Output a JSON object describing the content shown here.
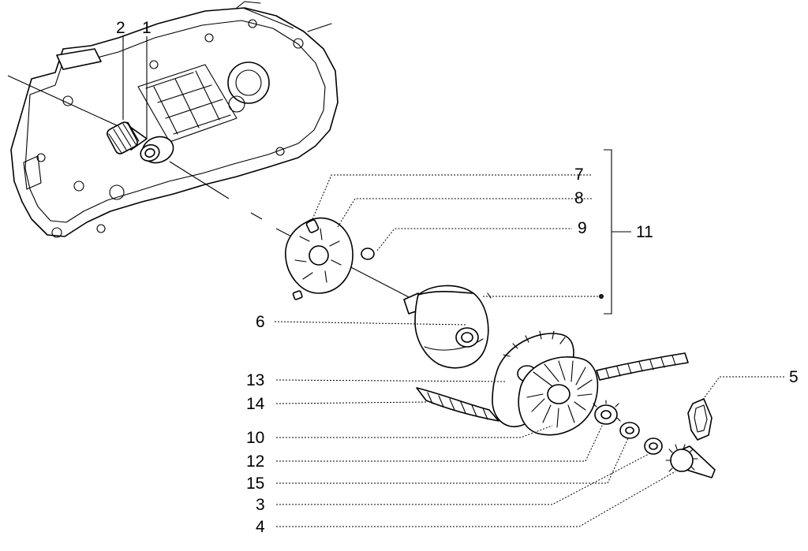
{
  "diagram": {
    "labels": {
      "p1": "1",
      "p2": "2",
      "p3": "3",
      "p4": "4",
      "p5": "5",
      "p6": "6",
      "p7": "7",
      "p8": "8",
      "p9": "9",
      "p10": "10",
      "p11": "11",
      "p12": "12",
      "p13": "13",
      "p14": "14",
      "p15": "15"
    }
  }
}
